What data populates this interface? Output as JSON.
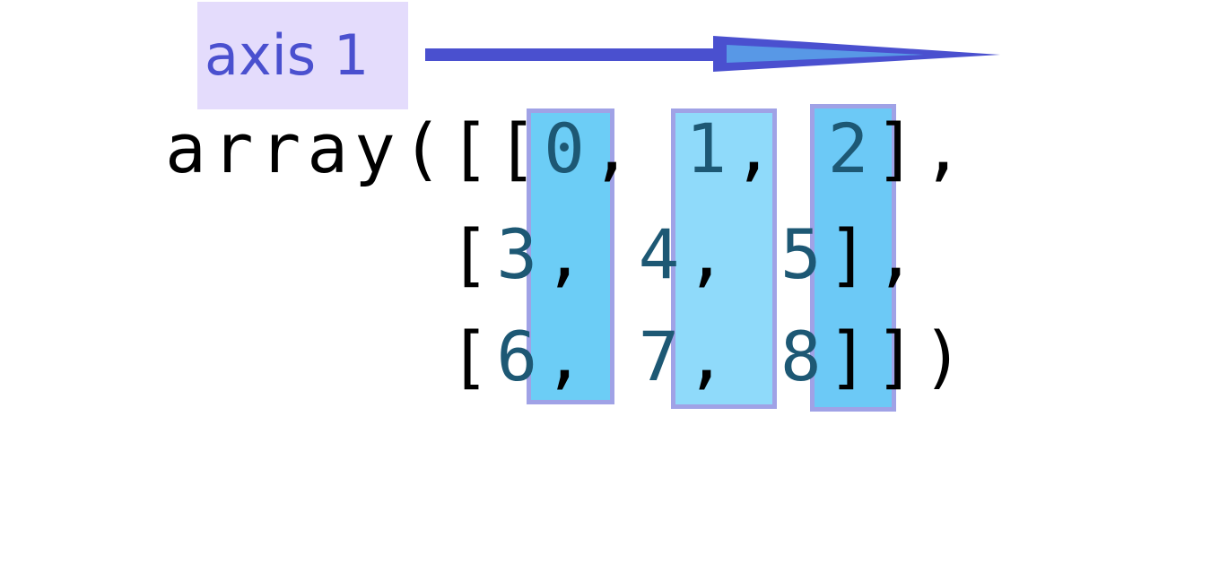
{
  "axis": {
    "label": "axis 1",
    "label_bg": "#e4dcfc",
    "label_color": "#4a50cf",
    "arrow_color": "#4a50cf",
    "direction": "right"
  },
  "array": {
    "prefix": "array(",
    "rows": [
      {
        "open": "[[",
        "values": [
          "0",
          "1",
          "2"
        ],
        "close": "],",
        "indent": ""
      },
      {
        "open": "[",
        "values": [
          "3",
          "4",
          "5"
        ],
        "close": "],",
        "indent": "      "
      },
      {
        "open": "[",
        "values": [
          "6",
          "7",
          "8"
        ],
        "close": "]])",
        "indent": "      "
      }
    ],
    "separator": ", "
  },
  "highlight": {
    "columns": 3,
    "fill_colors": [
      "#6ccdf6",
      "#8fdafa",
      "#6cc9f6"
    ],
    "border_color": "#a0a2e6"
  }
}
